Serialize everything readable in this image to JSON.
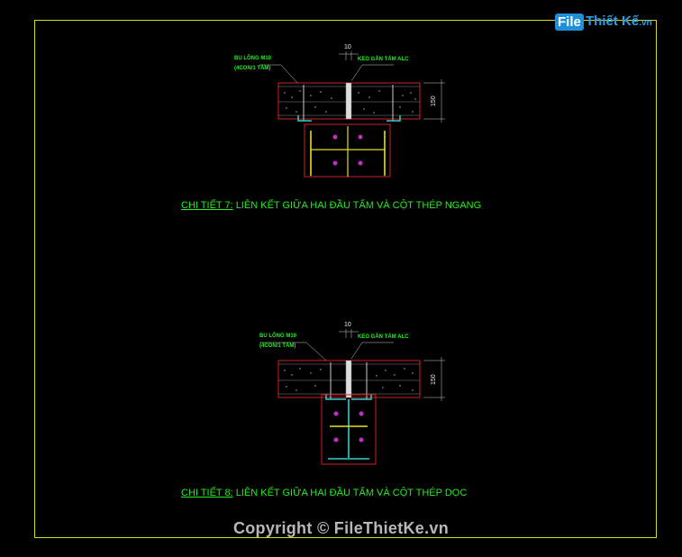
{
  "logo": {
    "file": "File",
    "name": "Thiết Kế",
    "tld": ".vn"
  },
  "detail7": {
    "caption_label": "CHI TIẾT 7:",
    "caption_text": "LIÊN KẾT GIỮA HAI ĐẦU TẤM VÀ CỘT THÉP NGANG",
    "bolt_note_line1": "BU LÔNG M10",
    "bolt_note_line2": "(4CON/1 TẤM)",
    "glue_note": "KEO GẮN TẤM ALC",
    "dim_top": "10",
    "dim_side": "150"
  },
  "detail8": {
    "caption_label": "CHI TIẾT 8:",
    "caption_text": "LIÊN KẾT GIỮA HAI ĐẦU TẤM VÀ CỘT THÉP DỌC",
    "bolt_note_line1": "BU LÔNG M10",
    "bolt_note_line2": "(4CON/1 TẤM)",
    "glue_note": "KEO GẮN TẤM ALC",
    "dim_top": "10",
    "dim_side": "150"
  },
  "copyright": "Copyright © FileThietKe.vn",
  "colors": {
    "frame": "#d8d820",
    "caption": "#22ee22",
    "slab": "#cc2222",
    "steel": "#e0e020",
    "web": "#30d0d0",
    "bolt": "#c030c0"
  }
}
